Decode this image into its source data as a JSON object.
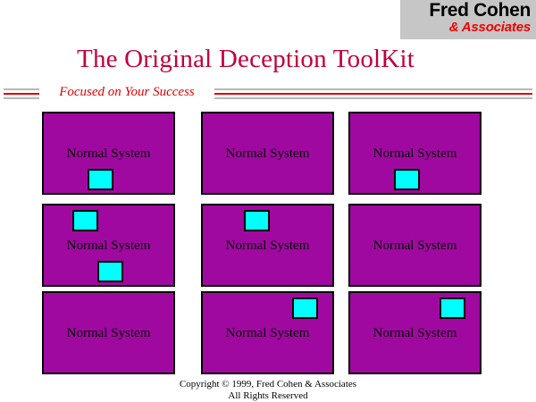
{
  "logo": {
    "company": "Fred Cohen",
    "division": "& Associates",
    "background_color": "#c6c6c6",
    "company_color": "#000000",
    "division_color": "#ee0000"
  },
  "title": {
    "text": "The Original Deception ToolKit",
    "color": "#c2003c"
  },
  "tagline": {
    "text": "Focused on Your Success",
    "color": "#dd0000",
    "rule_gray": "#b8b8b8",
    "rule_red": "#dd0000"
  },
  "grid": {
    "box_fill": "#a009a0",
    "box_border": "#000000",
    "decoy_fill": "#00ffff",
    "decoy_border": "#000000",
    "rows": 3,
    "cols": 3,
    "boxes": [
      {
        "id": "r1c1",
        "label": "Normal System",
        "decoys": [
          "below-left"
        ]
      },
      {
        "id": "r1c2",
        "label": "Normal System",
        "decoys": []
      },
      {
        "id": "r1c3",
        "label": "Normal System",
        "decoys": [
          "below-left"
        ]
      },
      {
        "id": "r2c1",
        "label": "Normal System",
        "decoys": [
          "above-left",
          "below-center"
        ]
      },
      {
        "id": "r2c2",
        "label": "Normal System",
        "decoys": [
          "above-center"
        ]
      },
      {
        "id": "r2c3",
        "label": "Normal System",
        "decoys": []
      },
      {
        "id": "r3c1",
        "label": "Normal System",
        "decoys": []
      },
      {
        "id": "r3c2",
        "label": "Normal System",
        "decoys": [
          "above-right"
        ]
      },
      {
        "id": "r3c3",
        "label": "Normal System",
        "decoys": [
          "above-right"
        ]
      }
    ]
  },
  "footer": {
    "line1": "Copyright © 1999, Fred Cohen & Associates",
    "line2": "All Rights Reserved"
  }
}
